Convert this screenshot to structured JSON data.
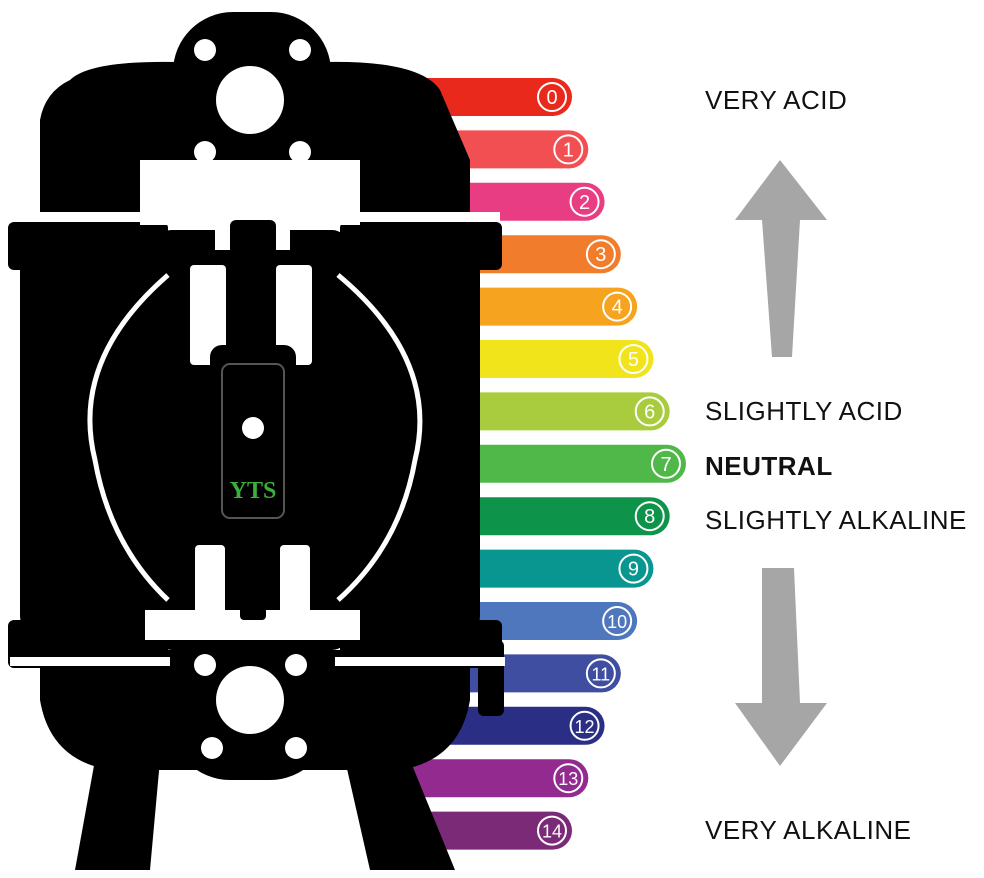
{
  "pump": {
    "logo_text": "YTS",
    "logo_color": "#3cae3c",
    "body_color": "#000000"
  },
  "scale": {
    "levels": [
      {
        "value": "0",
        "color": "#e8291c"
      },
      {
        "value": "1",
        "color": "#f24f52"
      },
      {
        "value": "2",
        "color": "#e83d83"
      },
      {
        "value": "3",
        "color": "#f17c2c"
      },
      {
        "value": "4",
        "color": "#f6a31f"
      },
      {
        "value": "5",
        "color": "#f2e41a"
      },
      {
        "value": "6",
        "color": "#a8cc3d"
      },
      {
        "value": "7",
        "color": "#4fb848"
      },
      {
        "value": "8",
        "color": "#0d944a"
      },
      {
        "value": "9",
        "color": "#0a9690"
      },
      {
        "value": "10",
        "color": "#4f77bd"
      },
      {
        "value": "11",
        "color": "#3f4ea0"
      },
      {
        "value": "12",
        "color": "#2b2e85"
      },
      {
        "value": "13",
        "color": "#922a90"
      },
      {
        "value": "14",
        "color": "#7b2a77"
      }
    ]
  },
  "labels": {
    "very_acid": "VERY ACID",
    "slightly_acid": "SLIGHTLY ACID",
    "neutral": "NEUTRAL",
    "slightly_alkaline": "SLIGHTLY ALKALINE",
    "very_alkaline": "VERY ALKALINE"
  },
  "arrow_color": "#a6a6a6"
}
